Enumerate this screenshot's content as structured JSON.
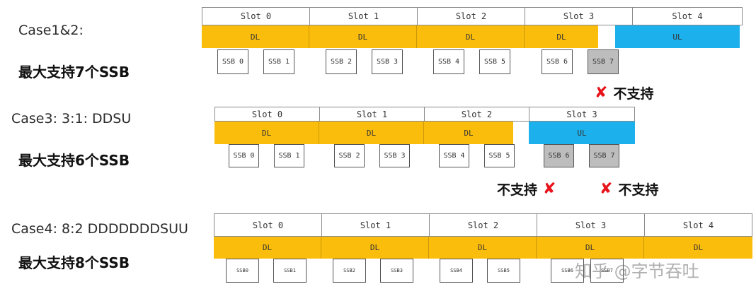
{
  "cases": [
    {
      "label": "Case1&2:",
      "max": "最大支持7个SSB",
      "slots": [
        "Slot 0",
        "Slot 1",
        "Slot 2",
        "Slot 3",
        "Slot 4"
      ],
      "segments": [
        "DL",
        "DL",
        "DL",
        "DL",
        "",
        "UL"
      ],
      "ssb": [
        "SSB 0",
        "SSB 1",
        "SSB 2",
        "SSB 3",
        "SSB 4",
        "SSB 5",
        "SSB 6",
        "SSB 7"
      ],
      "unsupported_ssb": [
        "SSB 7"
      ],
      "not_supported_label": "不支持"
    },
    {
      "label": "Case3: 3:1:  DDSU",
      "max": "最大支持6个SSB",
      "slots": [
        "Slot 0",
        "Slot 1",
        "Slot 2",
        "Slot 3"
      ],
      "segments": [
        "DL",
        "DL",
        "DL",
        "",
        "UL"
      ],
      "ssb": [
        "SSB 0",
        "SSB 1",
        "SSB 2",
        "SSB 3",
        "SSB 4",
        "SSB 5",
        "SSB 6",
        "SSB 7"
      ],
      "unsupported_ssb": [
        "SSB 6",
        "SSB 7"
      ],
      "not_supported_label_left": "不支持",
      "not_supported_label_right": "不支持"
    },
    {
      "label": "Case4: 8:2 DDDDDDDSUU",
      "max": "最大支持8个SSB",
      "slots": [
        "Slot 0",
        "Slot 1",
        "Slot 2",
        "Slot 3",
        "Slot 4"
      ],
      "segments": [
        "DL",
        "DL",
        "DL",
        "DL",
        "DL"
      ],
      "ssb": [
        "SSB0",
        "SSB1",
        "SSB2",
        "SSB3",
        "SSB4",
        "SSB5",
        "SSB6",
        "SSB7"
      ]
    }
  ],
  "colors": {
    "dl": "#fbbd0c",
    "ul": "#1cb0ec",
    "unsupported": "#bdbdbd",
    "x_mark": "#e8141b"
  },
  "watermark": "知乎 @字节吞吐"
}
